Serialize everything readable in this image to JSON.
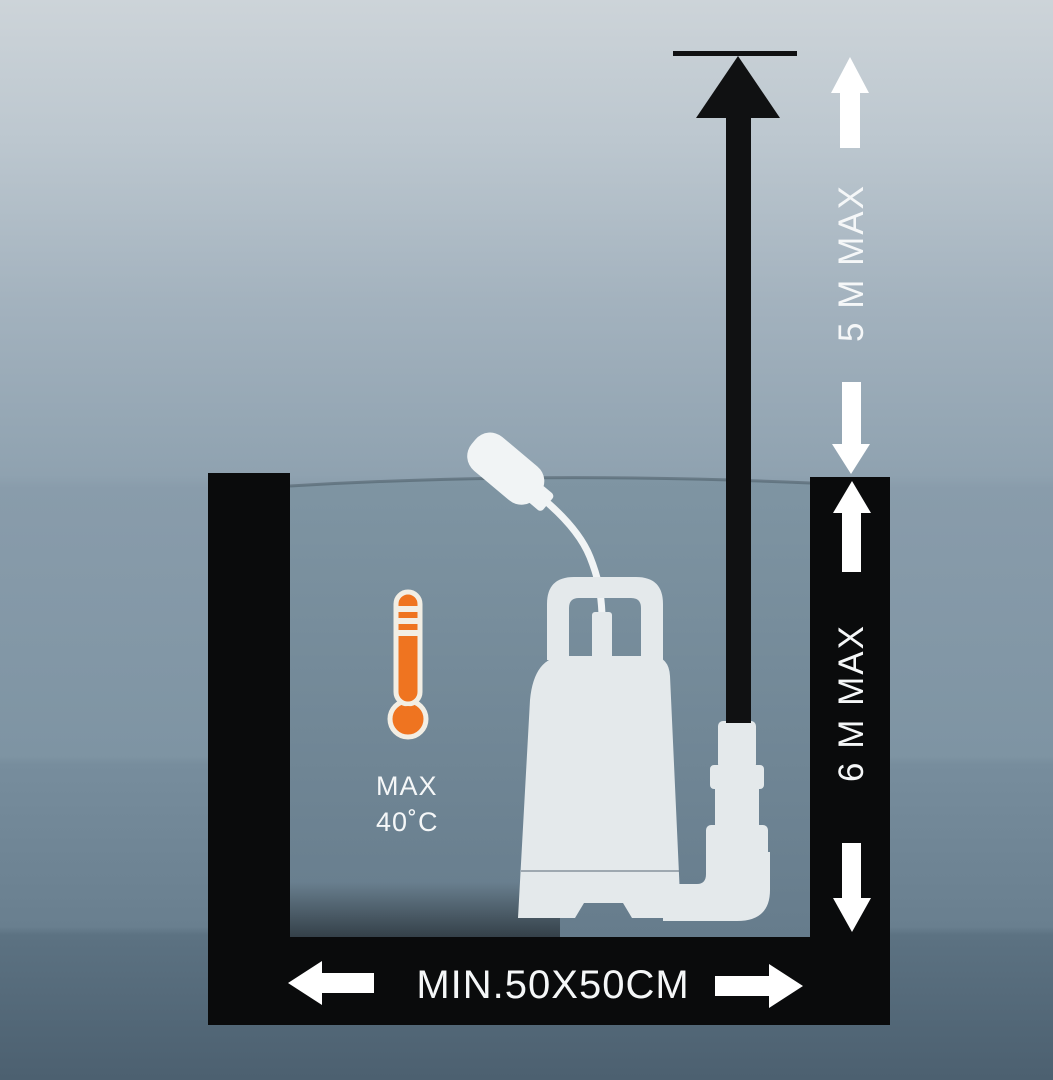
{
  "diagram": {
    "labels": {
      "head_max": "5 M MAX",
      "immersion_max": "6 M MAX",
      "pit_min_size": "MIN.50X50CM",
      "temp_max": "MAX",
      "temp_value": "40˚C"
    },
    "icons": {
      "thermometer": "thermometer-icon (orange, css/svg shape)",
      "flow_arrow": "black up arrow on discharge pipe",
      "head_arrows": "white up/down measurement arrows (5 m head)",
      "depth_arrows": "white up/down measurement arrows (6 m immersion)",
      "width_arrows": "white left/right measurement arrows (pit width)"
    },
    "colors": {
      "bg_top": "#cdd4d9",
      "bg_mid": "#8fa2b0",
      "bg_bottom": "#4c6070",
      "water_top": "#7f95a3",
      "water_bottom": "#667c8c",
      "pit": "#0a0b0c",
      "pipe": "#101112",
      "pump": "#e4e9eb",
      "float": "#f1f4f5",
      "arrow": "#ffffff",
      "thermo_orange": "#ef7420",
      "thermo_outline": "#f2eee4",
      "label_text": "#f5f7f8"
    }
  }
}
